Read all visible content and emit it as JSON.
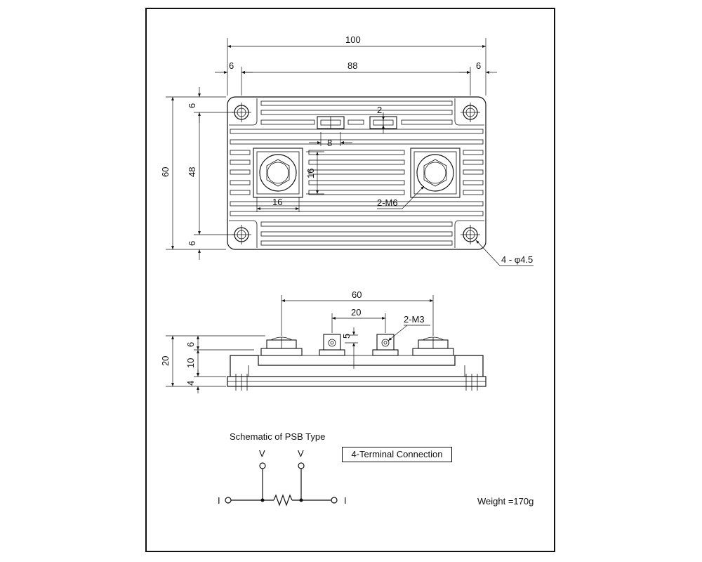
{
  "top_view": {
    "dim_overall_width": "100",
    "dim_hole_pitch_x": "88",
    "dim_edge_left": "6",
    "dim_edge_right": "6",
    "dim_overall_height": "60",
    "dim_hole_pitch_y": "48",
    "dim_edge_top": "6",
    "dim_edge_bottom": "6",
    "dim_tab_gap": "2",
    "dim_tab_width": "8",
    "dim_terminal_height": "16",
    "dim_terminal_width": "16",
    "callout_main_terminals": "2-M6",
    "callout_mount_holes": "4 - φ4.5"
  },
  "side_view": {
    "dim_terminal_pitch": "60",
    "dim_aux_pitch": "20",
    "dim_aux_height": "5",
    "callout_aux_terminals": "2-M3",
    "dim_total_height": "20",
    "dim_terminal_stud": "6",
    "dim_body": "10",
    "dim_base": "4"
  },
  "schematic": {
    "title": "Schematic of PSB Type",
    "label_v1": "V",
    "label_v2": "V",
    "label_i_left": "I",
    "label_i_right": "I",
    "connection_box": "4-Terminal Connection",
    "weight": "Weight =170g"
  }
}
